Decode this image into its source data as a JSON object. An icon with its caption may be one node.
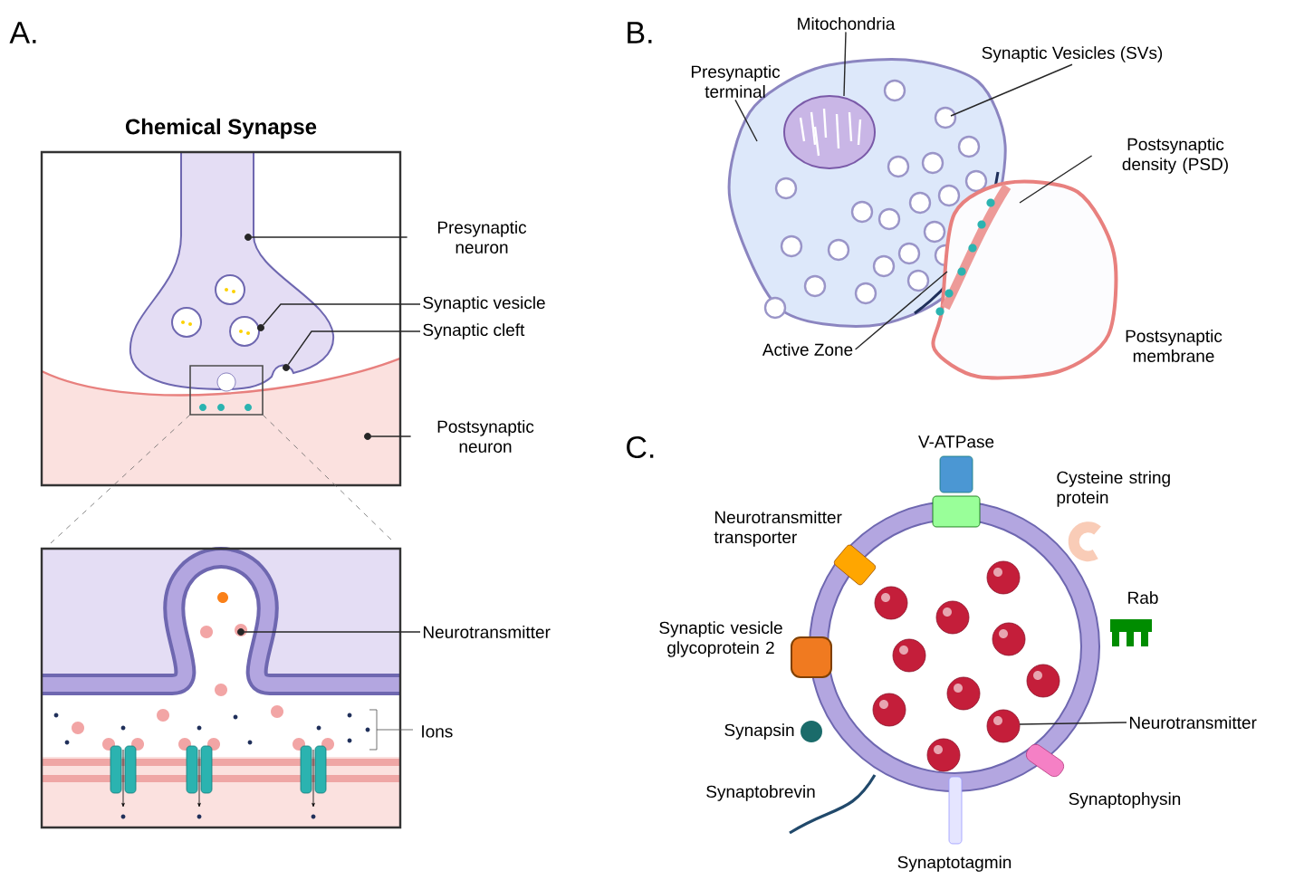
{
  "diagram": {
    "nodes": [
      {
        "text": [
          "Presynaptic neuron"
        ]
      },
      {
        "text": [
          "Synaptic vesicle"
        ]
      },
      {
        "text": [
          "Synaptic cleft"
        ]
      },
      {
        "text": [
          "Postsynaptic neuron"
        ]
      },
      {
        "text": [
          "Neurotransmitter"
        ]
      },
      {
        "text": [
          "Mitochondria"
        ]
      },
      {
        "text": [
          "Presynaptic terminal"
        ]
      },
      {
        "text": [
          "Synaptic Vesicles (SVs)"
        ]
      },
      {
        "text": [
          "Postsynaptic density (PSD)"
        ]
      },
      {
        "text": [
          "Active Zone"
        ]
      },
      {
        "text": [
          "Neurotransmitter"
        ]
      },
      {
        "text": [],
        "shape": "circle"
      },
      {
        "text": [],
        "shape": "circle"
      },
      {
        "text": [],
        "shape": "circle"
      },
      {
        "text": [],
        "shape": "circle"
      },
      {
        "text": [],
        "shape": "circle"
      }
    ],
    "edges": [
      {
        "from": 0,
        "to": 11,
        "arrow": "none"
      },
      {
        "from": 1,
        "to": 12,
        "arrow": "none"
      },
      {
        "from": 2,
        "to": 13,
        "arrow": "none"
      },
      {
        "from": 3,
        "to": 14,
        "arrow": "none"
      },
      {
        "from": 4,
        "to": 15,
        "arrow": "none"
      },
      {
        "from": 5,
        "to": null,
        "arrow": "none"
      },
      {
        "from": 6,
        "to": null,
        "arrow": "none"
      },
      {
        "from": 7,
        "to": null,
        "arrow": "none"
      },
      {
        "from": 8,
        "to": null,
        "arrow": "none"
      },
      {
        "from": 9,
        "to": null,
        "arrow": "none"
      },
      {
        "from": 10,
        "to": null,
        "arrow": "none"
      }
    ],
    "labels": [
      "A.",
      "B.",
      "Chemical Synapse",
      "Postsynaptic membrane",
      "Ions",
      "C.",
      "V-ATPase",
      "Cysteine string protein",
      "Neurotransmitter transporter",
      "Rab",
      "Synaptic vesicle glycoprotein 2",
      "Synapsin",
      "Synaptobrevin",
      "Synaptophysin",
      "Synaptotagmin"
    ]
  }
}
